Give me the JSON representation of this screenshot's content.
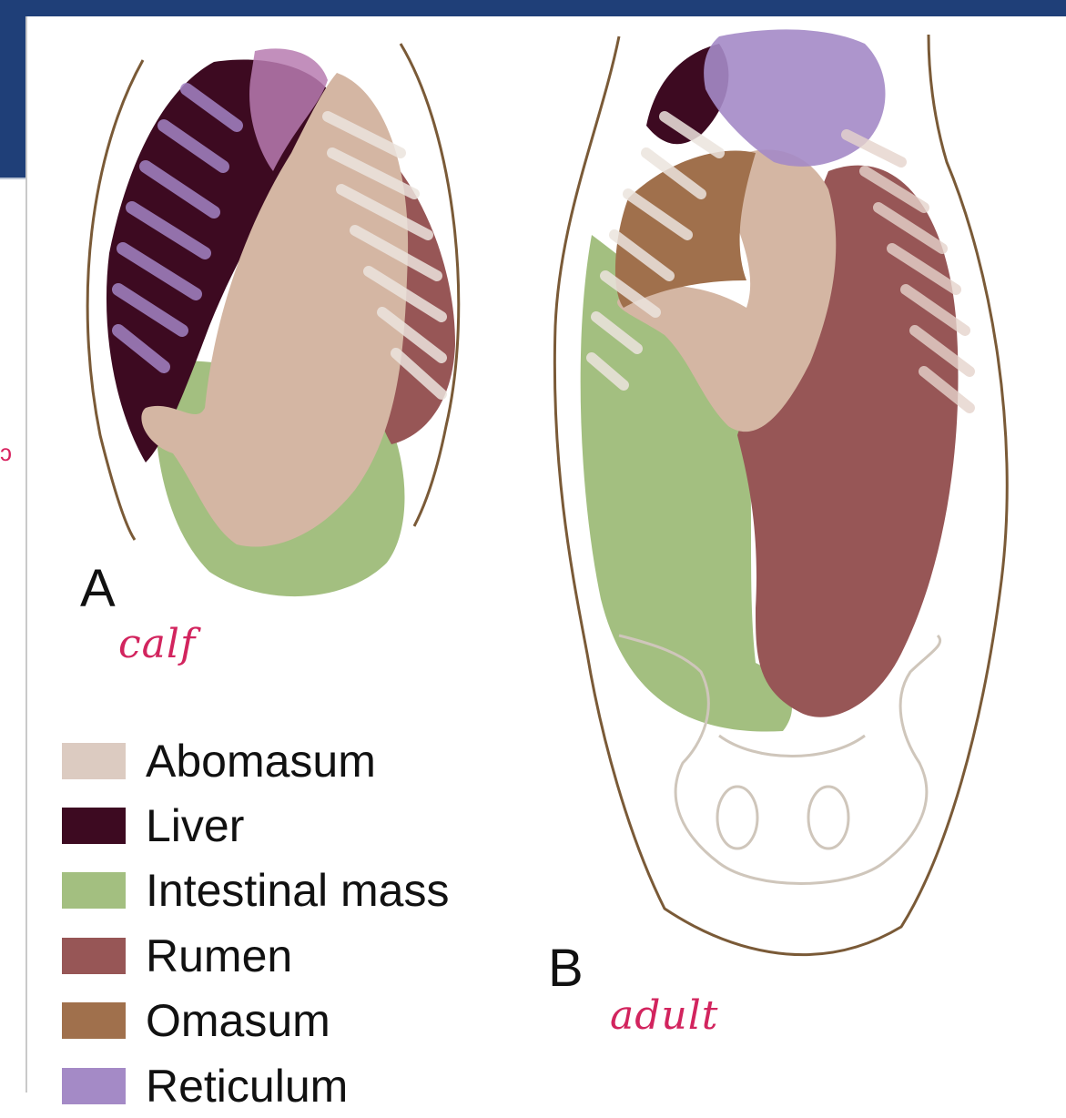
{
  "panels": {
    "a_letter": "A",
    "a_caption": "calf",
    "b_letter": "B",
    "b_caption": "adult"
  },
  "legend": [
    {
      "label": "Abomasum",
      "color": "#dccbc1"
    },
    {
      "label": "Liver",
      "color": "#3d0a21"
    },
    {
      "label": "Intestinal mass",
      "color": "#a3bf80"
    },
    {
      "label": "Rumen",
      "color": "#975656"
    },
    {
      "label": "Omasum",
      "color": "#a0704c"
    },
    {
      "label": "Reticulum",
      "color": "#a48ac6"
    }
  ],
  "colors": {
    "outline": "#7a5a37",
    "annotation": "#d2245e",
    "app_header": "#1f3f78"
  }
}
